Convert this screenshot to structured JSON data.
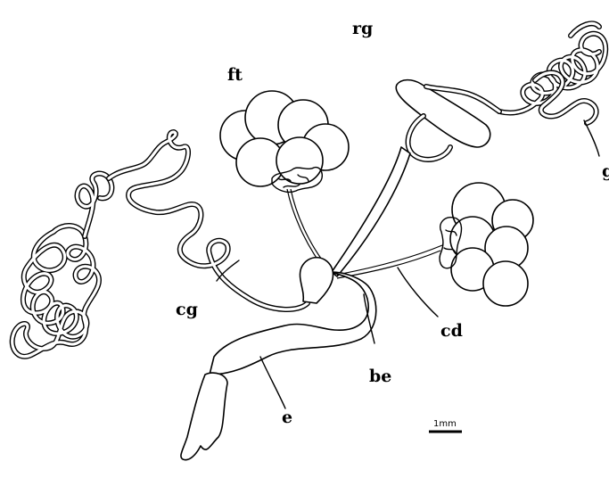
{
  "labels": {
    "ft": "ft",
    "rg": "rg",
    "g": "g",
    "cg": "cg",
    "cd": "cd",
    "be": "be",
    "e": "e"
  },
  "scale_bar": {
    "text": "1mm"
  }
}
